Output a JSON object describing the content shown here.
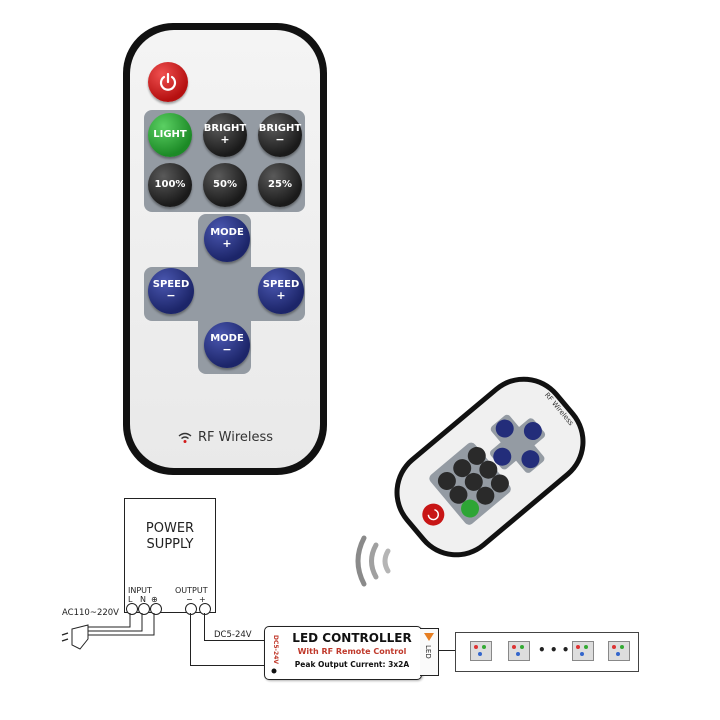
{
  "remote": {
    "buttons": {
      "power_icon": "power-icon",
      "light": "LIGHT",
      "bright_up": "BRIGHT",
      "bright_up_sign": "+",
      "bright_down": "BRIGHT",
      "bright_down_sign": "−",
      "p100": "100%",
      "p50": "50%",
      "p25": "25%",
      "mode_up": "MODE",
      "mode_up_sign": "+",
      "mode_down": "MODE",
      "mode_down_sign": "−",
      "speed_down": "SPEED",
      "speed_down_sign": "−",
      "speed_up": "SPEED",
      "speed_up_sign": "+"
    },
    "brand_label": "RF Wireless"
  },
  "small_remote": {
    "brand_label": "RF Wireless"
  },
  "diagram": {
    "power_supply_line1": "POWER",
    "power_supply_line2": "SUPPLY",
    "input_label": "INPUT",
    "output_label": "OUTPUT",
    "input_terms": [
      "L",
      "N",
      "⊕"
    ],
    "output_terms": [
      "−",
      "+"
    ],
    "ac_label": "AC110~220V",
    "dc_label": "DC5-24V",
    "controller_title": "LED CONTROLLER",
    "controller_sub": "With RF Remote Control",
    "controller_peak": "Peak Output Current: 3x2A",
    "controller_side_label": "DC5-24V",
    "controller_led_label": "LED",
    "strip_dots": "• • • •"
  },
  "colors": {
    "power_red": "#d21a1a",
    "light_green": "#2ea535",
    "button_dark": "#1f1f1f",
    "button_blue": "#232d7a",
    "panel_gray": "#949ba3",
    "controller_red": "#c0392b"
  }
}
